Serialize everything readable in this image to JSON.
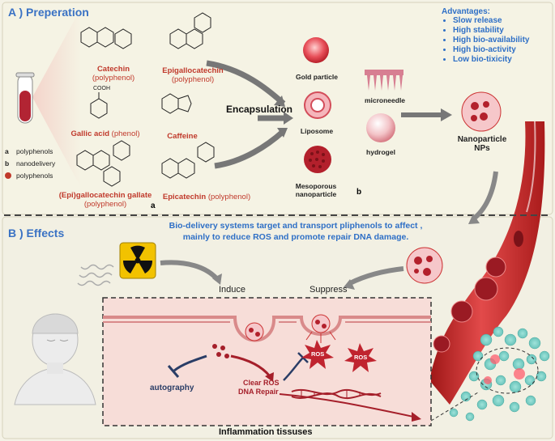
{
  "section_a": {
    "title": "A ) Preperation"
  },
  "section_b": {
    "title": "B ) Effects"
  },
  "advantages": {
    "title": "Advantages:",
    "items": [
      "Slow release",
      "High stability",
      "High bio-availability",
      "High bio-activity",
      "Low bio-tixicity"
    ]
  },
  "legend": {
    "a_key": "a",
    "a_label": "polyphenols",
    "b_key": "b",
    "b_label": "nanodelivery",
    "dot_label": "polyphenols"
  },
  "compounds": {
    "catechin": {
      "name": "Catechin",
      "sub": "(polyphenol)"
    },
    "gallic": {
      "name": "Gallic acid",
      "sub": "(phenol)"
    },
    "egcg": {
      "name": "(Epi)gallocatechin gallate",
      "sub": "(polyphenol)"
    },
    "epigallo": {
      "name": "Epigallocatechin",
      "sub": "(polyphenol)"
    },
    "caffeine": {
      "name": "Caffeine"
    },
    "epicatechin": {
      "name": "Epicatechin",
      "sub": "(polyphenol)"
    },
    "cooh": "COOH",
    "tag_a": "a",
    "tag_b": "b"
  },
  "encapsulation": "Encapsulation",
  "carriers": {
    "gold": "Gold particle",
    "liposome": "Liposome",
    "mesoporous_1": "Mesoporous",
    "mesoporous_2": "nanoparticle",
    "microneedle": "microneedle",
    "hydrogel": "hydrogel"
  },
  "nanoparticle": {
    "line1": "Nanoparticle",
    "line2": "NPs"
  },
  "effects_text": {
    "line1": "Bio-delivery systems target and transport pliphenols to affect ,",
    "line2": "mainly to reduce ROS and promote repair DNA damage."
  },
  "induce": "Induce",
  "suppress": "Suppress",
  "autography": "autography",
  "clear_ros": "Clear ROS",
  "dna_repair": "DNA Repair",
  "ros": "ROS",
  "inflammation": "Inflammation tissuses",
  "colors": {
    "accent_blue": "#3a72c4",
    "red": "#c0392b",
    "vessel": "#c62828"
  }
}
